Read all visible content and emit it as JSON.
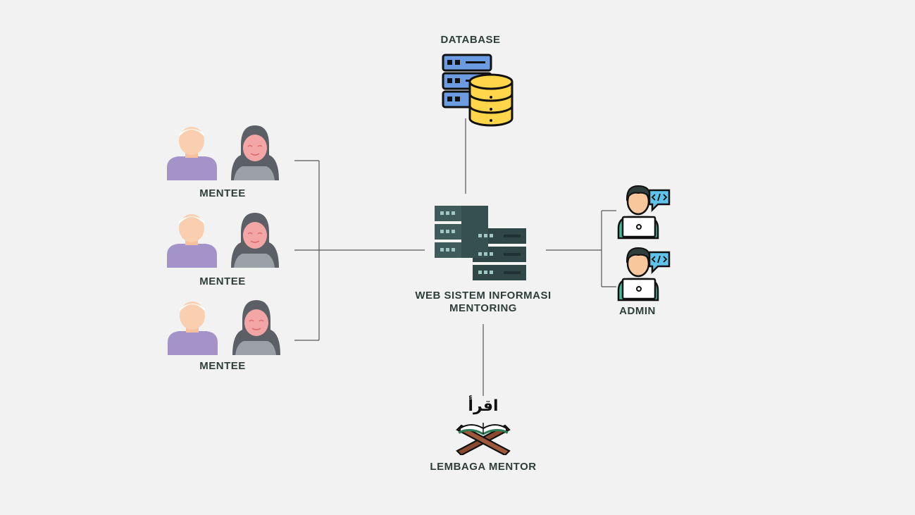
{
  "diagram": {
    "database_label": "DATABASE",
    "server_label_line1": "WEB SISTEM INFORMASI",
    "server_label_line2": "MENTORING",
    "mentee_labels": [
      "MENTEE",
      "MENTEE",
      "MENTEE"
    ],
    "admin_label": "ADMIN",
    "mentor_label": "LEMBAGA MENTOR",
    "quran_text": "اقرأ"
  },
  "colors": {
    "background": "#f2f2f2",
    "line": "#555555",
    "label": "#2f3e3a",
    "male_shirt": "#a393c9",
    "hijab": "#5c6066",
    "database_blue": "#6b9be0",
    "database_yellow": "#ffd54a",
    "server": "#3f5b5a",
    "admin_shirt": "#3bbfa0",
    "speech_bubble": "#5fc2e8"
  }
}
